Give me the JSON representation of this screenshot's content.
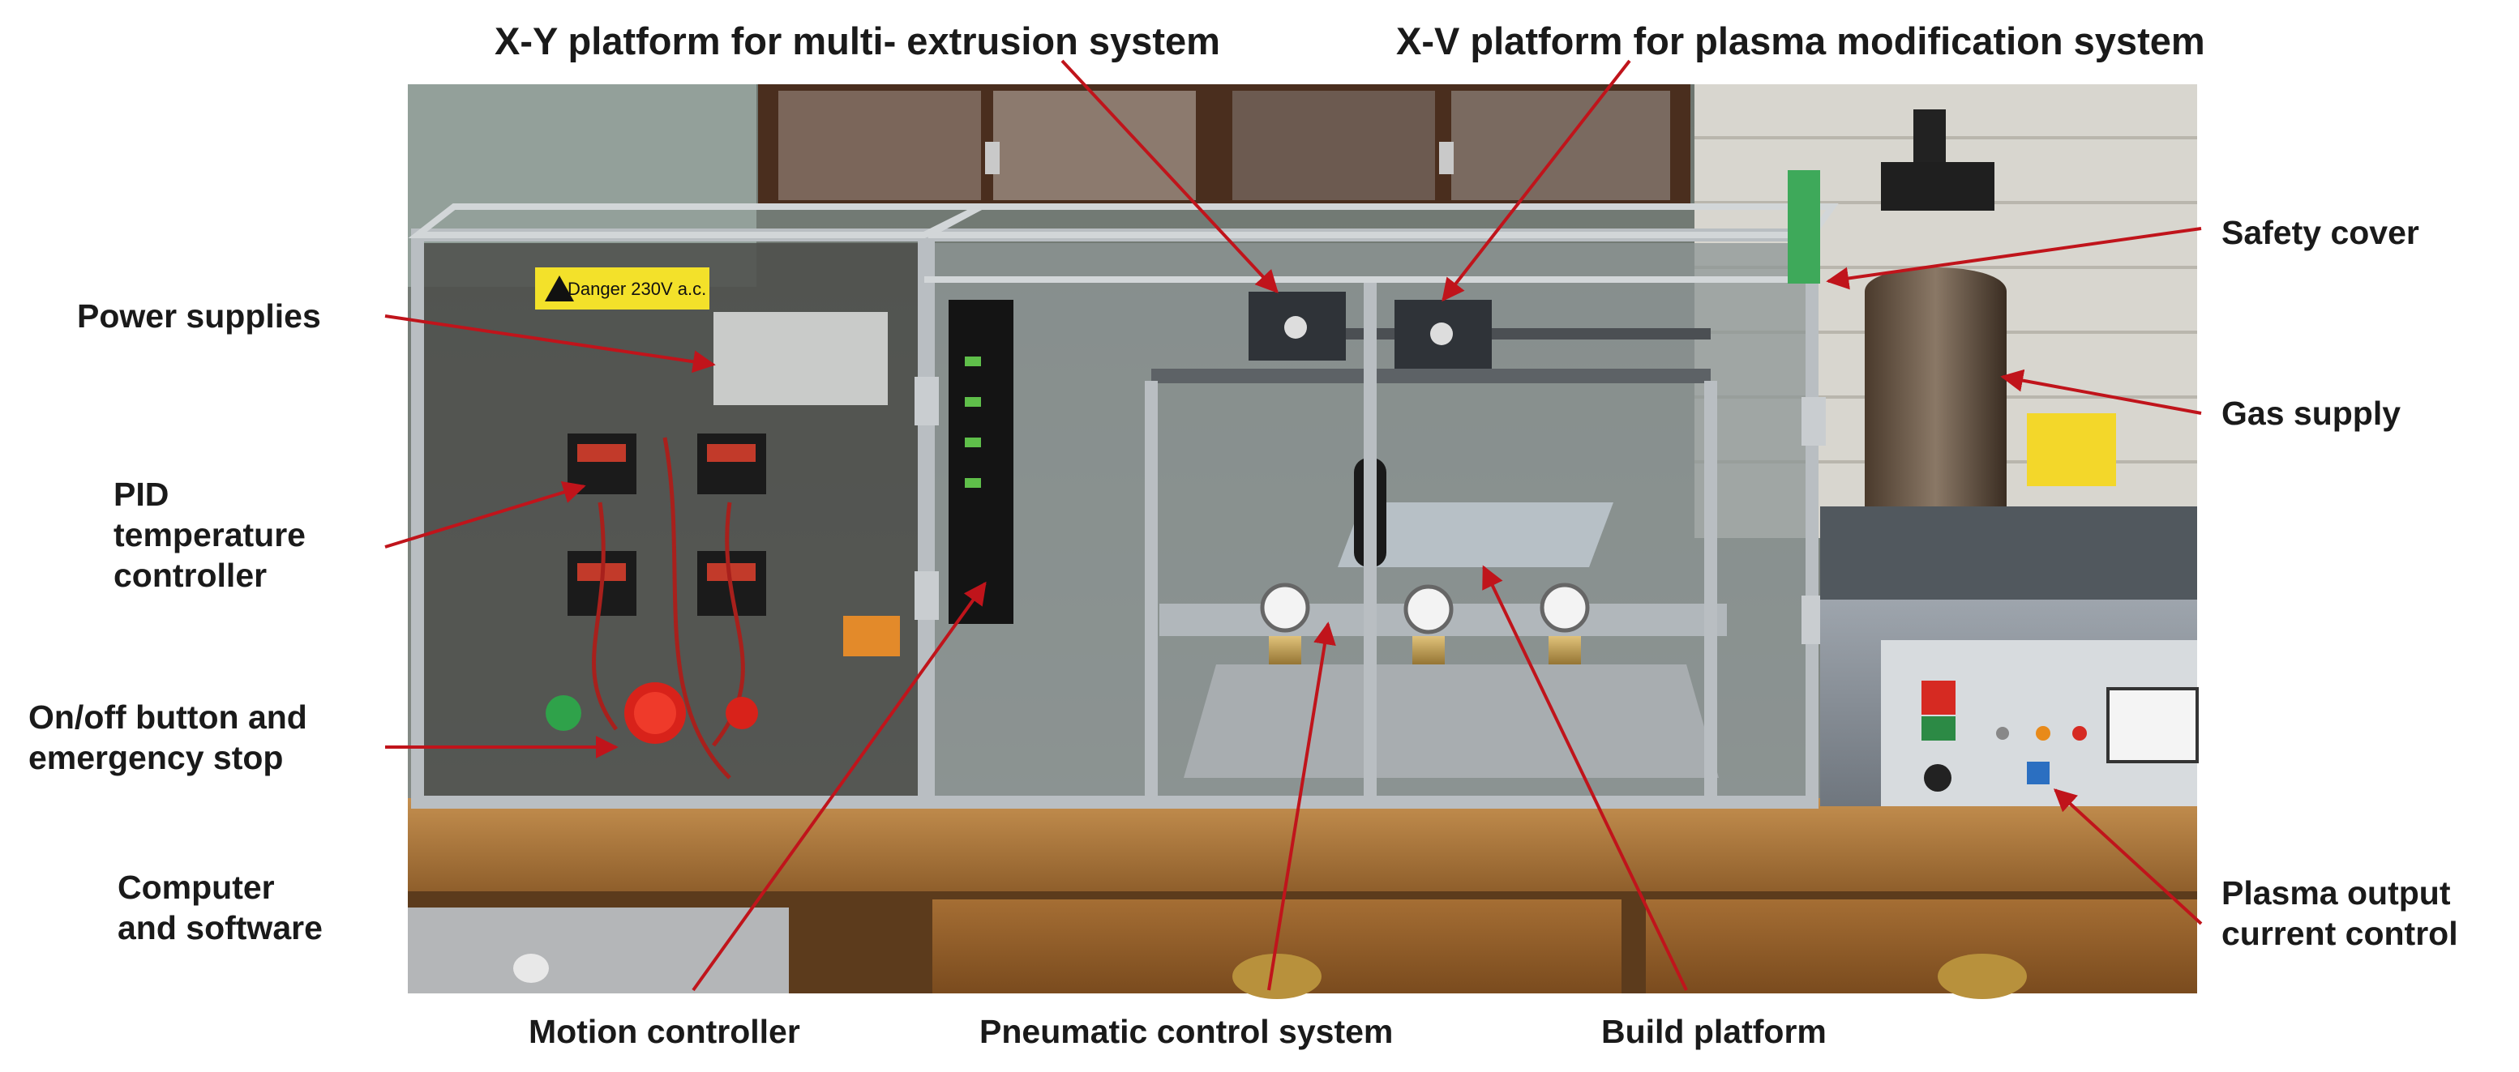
{
  "labels": {
    "xy_platform_extrusion": "X-Y platform for multi- extrusion system",
    "xv_platform_plasma": "X-V platform for plasma modification system",
    "power_supplies": "Power supplies",
    "pid_line1": "PID",
    "pid_line2": "temperature",
    "pid_line3": "controller",
    "onoff_line1": "On/off button and",
    "onoff_line2": "emergency stop",
    "computer_line1": "Computer",
    "computer_line2": "and software",
    "motion_controller": "Motion controller",
    "pneumatic_control": "Pneumatic control system",
    "build_platform": "Build platform",
    "safety_cover": "Safety cover",
    "gas_supply": "Gas supply",
    "plasma_line1": "Plasma output",
    "plasma_line2": "current control"
  },
  "photo_text": {
    "warning_sign": "Danger 230V a.c."
  },
  "colors": {
    "annotation_text": "#1a1a1a",
    "leader_line": "#c0141b",
    "background": "#ffffff"
  }
}
